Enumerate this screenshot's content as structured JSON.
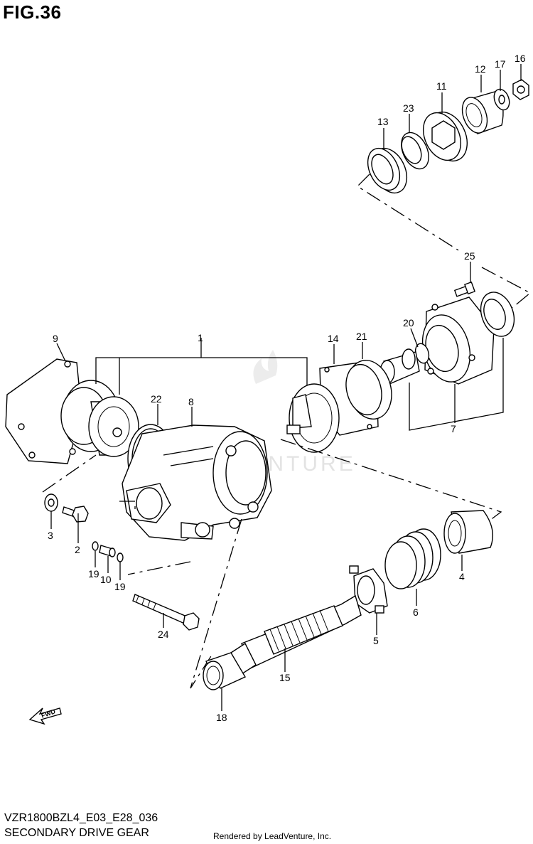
{
  "figure": {
    "title": "FIG.36"
  },
  "footer": {
    "model_code": "VZR1800BZL4_E03_E28_036",
    "description": "SECONDARY DRIVE GEAR",
    "rendered_by": "Rendered by LeadVenture, Inc."
  },
  "watermark": {
    "text": "LEADVENTURE"
  },
  "fwd_arrow": {
    "label": "FWD"
  },
  "callouts": {
    "c1": "1",
    "c2": "2",
    "c3": "3",
    "c4": "4",
    "c5": "5",
    "c6": "6",
    "c7": "7",
    "c8": "8",
    "c9": "9",
    "c10": "10",
    "c11": "11",
    "c12": "12",
    "c13": "13",
    "c14": "14",
    "c15": "15",
    "c16": "16",
    "c17": "17",
    "c18": "18",
    "c19a": "19",
    "c19b": "19",
    "c20": "20",
    "c21": "21",
    "c22": "22",
    "c23": "23",
    "c24": "24",
    "c25": "25"
  }
}
